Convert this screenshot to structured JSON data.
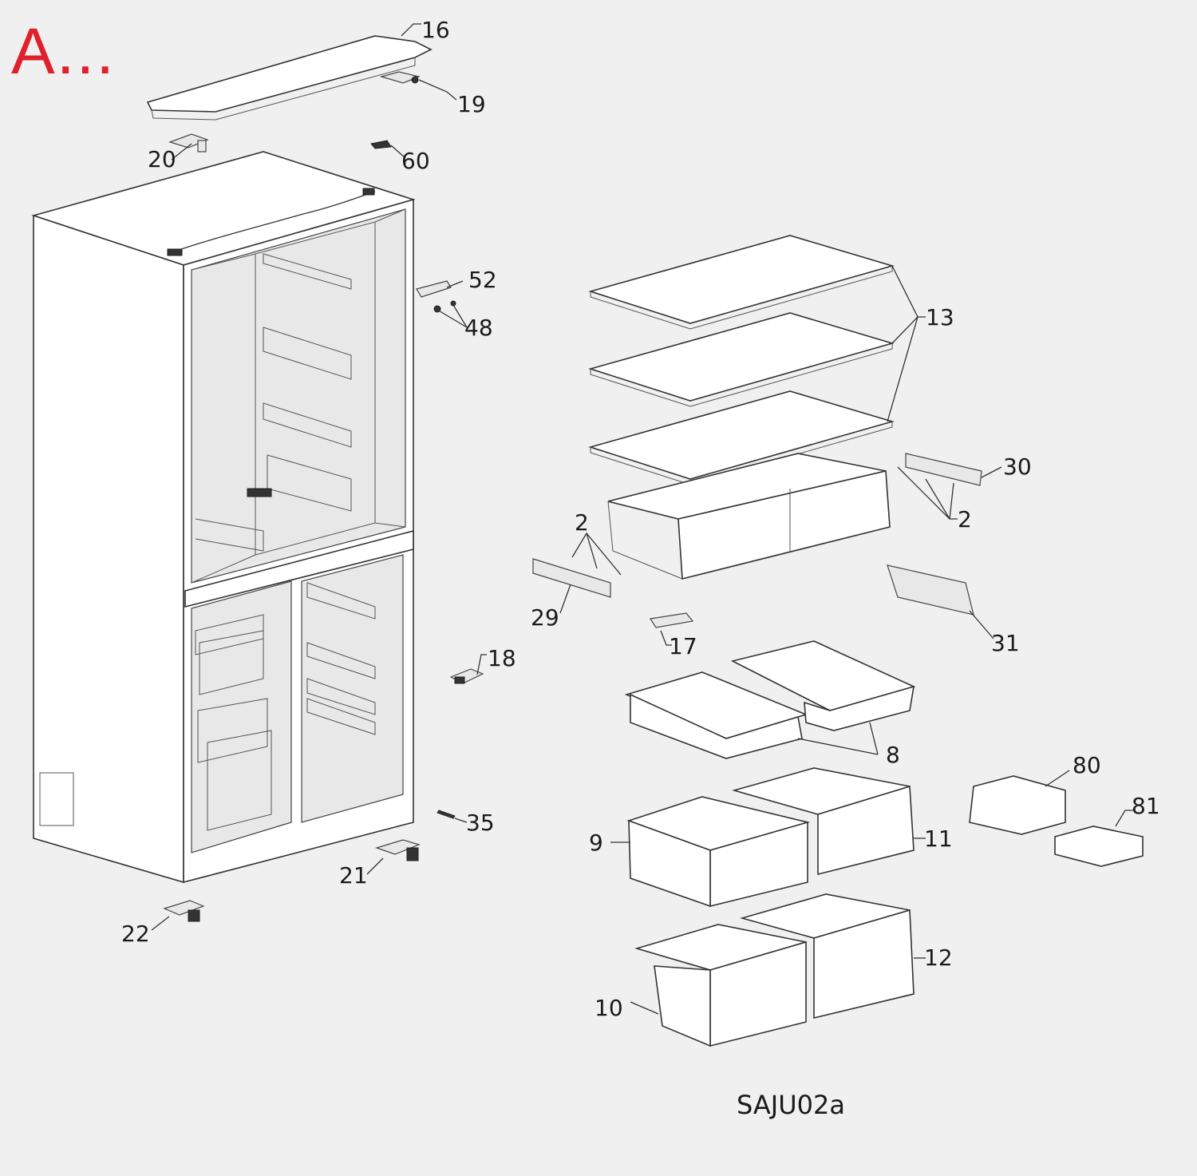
{
  "section_letter": "A...",
  "diagram_code": "SAJU02a",
  "callouts": [
    {
      "id": "16",
      "text": "16"
    },
    {
      "id": "19",
      "text": "19"
    },
    {
      "id": "20",
      "text": "20"
    },
    {
      "id": "60",
      "text": "60"
    },
    {
      "id": "52",
      "text": "52"
    },
    {
      "id": "48",
      "text": "48"
    },
    {
      "id": "13",
      "text": "13"
    },
    {
      "id": "30",
      "text": "30"
    },
    {
      "id": "2a",
      "text": "2"
    },
    {
      "id": "2b",
      "text": "2"
    },
    {
      "id": "29",
      "text": "29"
    },
    {
      "id": "17",
      "text": "17"
    },
    {
      "id": "31",
      "text": "31"
    },
    {
      "id": "18",
      "text": "18"
    },
    {
      "id": "8",
      "text": "8"
    },
    {
      "id": "80",
      "text": "80"
    },
    {
      "id": "81",
      "text": "81"
    },
    {
      "id": "9",
      "text": "9"
    },
    {
      "id": "11",
      "text": "11"
    },
    {
      "id": "35",
      "text": "35"
    },
    {
      "id": "21",
      "text": "21"
    },
    {
      "id": "22",
      "text": "22"
    },
    {
      "id": "12",
      "text": "12"
    },
    {
      "id": "10",
      "text": "10"
    }
  ]
}
